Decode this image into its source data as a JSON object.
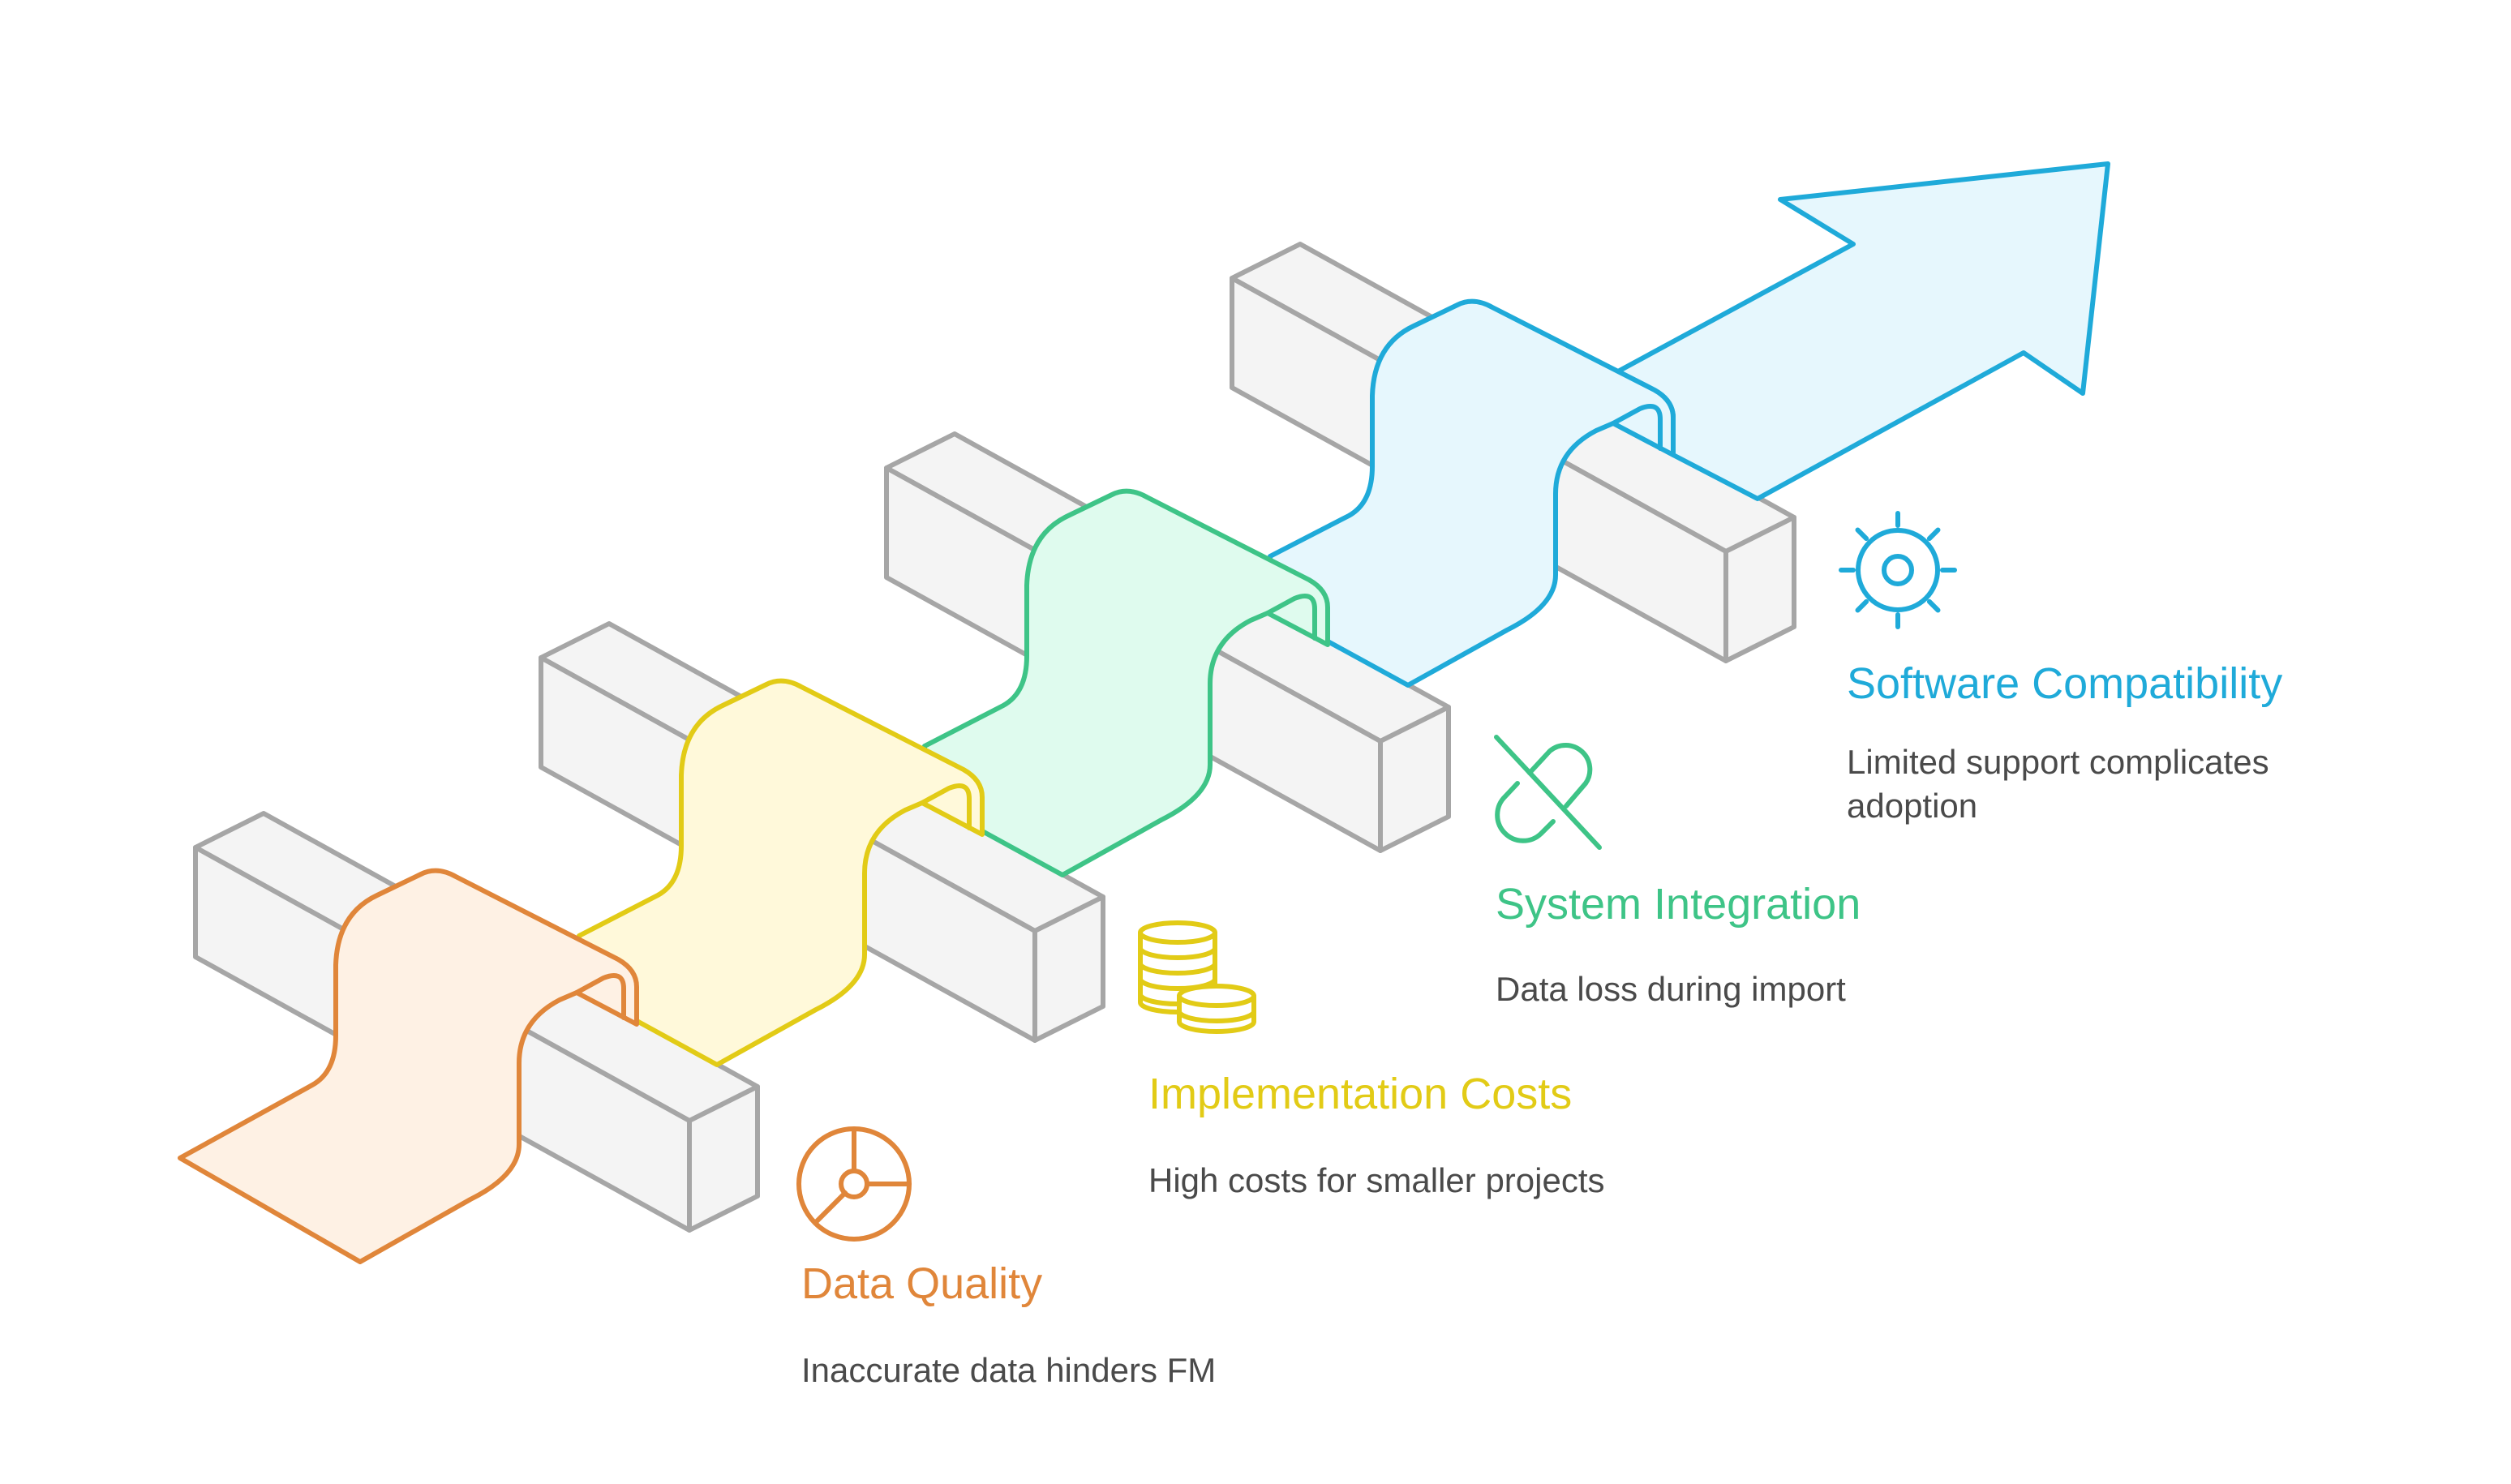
{
  "diagram": {
    "type": "isometric-path-with-barriers",
    "direction": "ascending to the upper right, ending in an arrow",
    "barrier_count": 4,
    "colors": {
      "block_fill": "#f4f4f4",
      "block_stroke": "#a6a6a6",
      "description_text": "#4a4a4a"
    }
  },
  "items": [
    {
      "step": 1,
      "title": "Data Quality",
      "description": "Inaccurate data hinders FM",
      "icon": "pie-chart-icon",
      "color": "#e0863a",
      "fill": "#fef1e4"
    },
    {
      "step": 2,
      "title": "Implementation Costs",
      "description": "High costs for smaller projects",
      "icon": "coins-icon",
      "color": "#e2cb16",
      "fill": "#fff9da"
    },
    {
      "step": 3,
      "title": "System Integration",
      "description": "Data loss during import",
      "icon": "broken-link-icon",
      "color": "#3ec487",
      "fill": "#dffbee"
    },
    {
      "step": 4,
      "title": "Software Compatibility",
      "description": "Limited support complicates adoption",
      "icon": "gear-icon",
      "color": "#1faad9",
      "fill": "#e6f7fd"
    }
  ]
}
